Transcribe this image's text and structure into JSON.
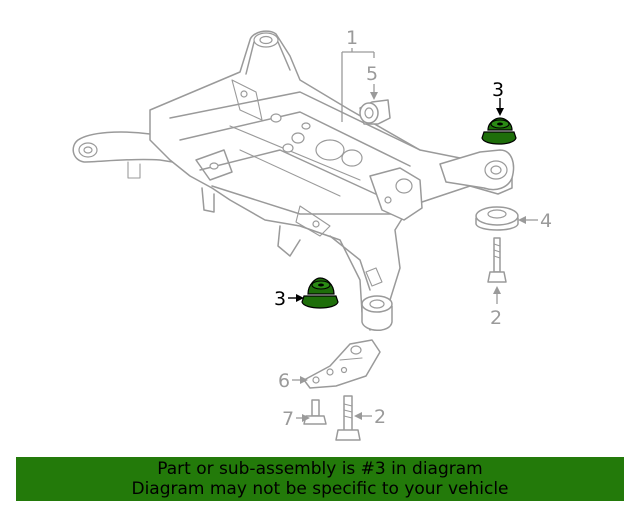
{
  "callouts": {
    "c1": "1",
    "c2a": "2",
    "c2b": "2",
    "c3a": "3",
    "c3b": "3",
    "c4": "4",
    "c5": "5",
    "c6": "6",
    "c7": "7"
  },
  "banner": {
    "line1": "Part or sub-assembly is #3 in diagram",
    "line2": "Diagram may not be specific to your vehicle"
  },
  "colors": {
    "highlight": "#1e6e0a",
    "banner": "#237a0a",
    "linework": "#9a9a9a"
  }
}
